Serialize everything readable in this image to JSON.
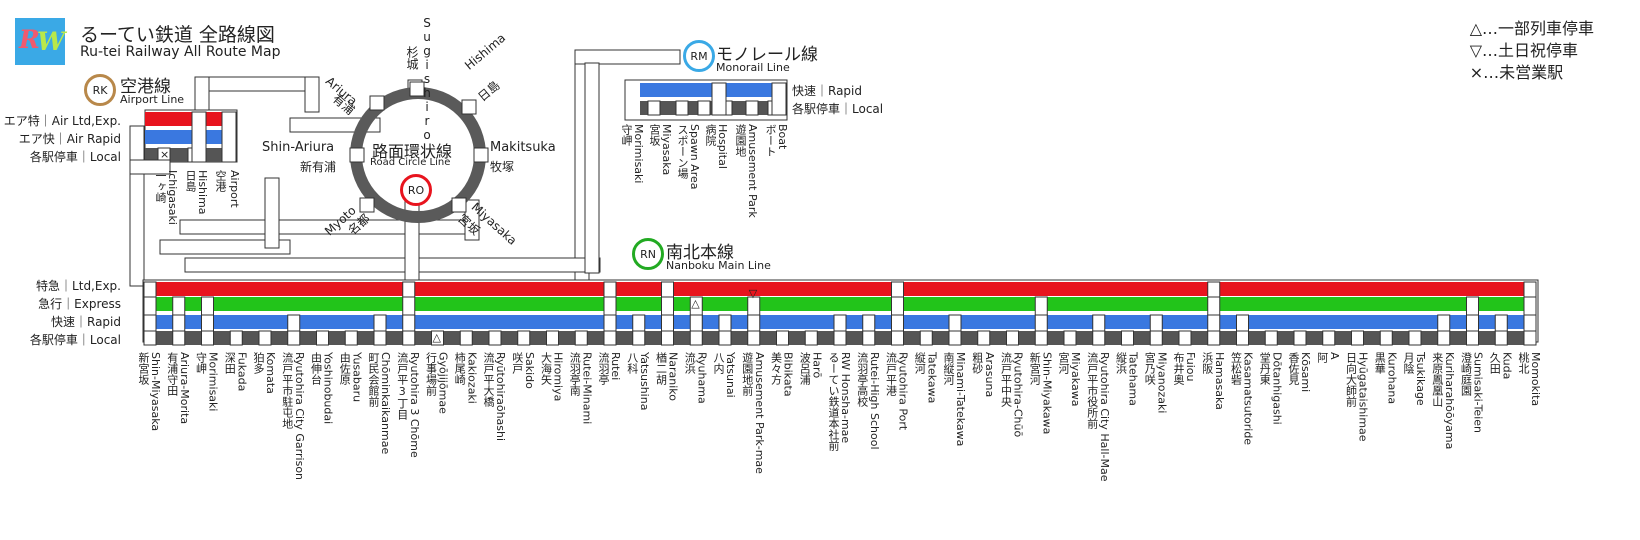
{
  "header": {
    "logo_r": "R",
    "logo_w": "W",
    "title_jp": "るーてい鉄道 全路線図",
    "title_en": "Ru-tei Railway All Route Map"
  },
  "legend": [
    "△…一部列車停車",
    "▽…土日祝停車",
    "×…未営業駅"
  ],
  "colors": {
    "ltd_exp": "#e8141e",
    "express": "#22c41a",
    "rapid": "#3a78e0",
    "local": "#555555",
    "circle": "#5a5a5a",
    "airport_badge": "#b8884a",
    "monorail_badge": "#3aa9e6",
    "circle_badge": "#e8141e",
    "nanboku_badge": "#22aa22"
  },
  "lines": {
    "airport": {
      "code": "RK",
      "name_jp": "空港線",
      "name_en": "Airport Line",
      "services": [
        "エア特｜Air Ltd,Exp.",
        "エア快｜Air Rapid",
        "各駅停車｜Local"
      ],
      "stations": [
        {
          "jp": "一ヶ崎",
          "en": "Ichigasaki",
          "marker": "×"
        },
        {
          "jp": "日島",
          "en": "Hishima"
        },
        {
          "jp": "空港",
          "en": "Airport"
        }
      ]
    },
    "monorail": {
      "code": "RM",
      "name_jp": "モノレール線",
      "name_en": "Monorail Line",
      "services": [
        "快速｜Rapid",
        "各駅停車｜Local"
      ],
      "stations": [
        {
          "jp": "守岬",
          "en": "Morimisaki"
        },
        {
          "jp": "宮坂",
          "en": "Miyasaka"
        },
        {
          "jp": "スポーン場",
          "en": "Spawn Area"
        },
        {
          "jp": "病院",
          "en": "Hospital"
        },
        {
          "jp": "遊園地",
          "en": "Amusement Park"
        },
        {
          "jp": "ボート",
          "en": "Boat"
        }
      ]
    },
    "circle": {
      "code": "RO",
      "name_jp": "路面環状線",
      "name_en": "Road Circle Line",
      "stations": [
        {
          "jp": "杉城",
          "en": "Sugishiro"
        },
        {
          "jp": "日島",
          "en": "Hishima"
        },
        {
          "jp": "牧塚",
          "en": "Makitsuka"
        },
        {
          "jp": "宮坂",
          "en": "Miyasaka"
        },
        {
          "jp": "名都",
          "en": "Myoto"
        },
        {
          "jp": "新有浦",
          "en": "Shin-Ariura"
        },
        {
          "jp": "有浦",
          "en": "Ariura"
        }
      ]
    },
    "nanboku": {
      "code": "RN",
      "name_jp": "南北本線",
      "name_en": "Nanboku Main Line",
      "services": [
        "特急｜Ltd,Exp.",
        "急行｜Express",
        "快速｜Rapid",
        "各駅停車｜Local"
      ],
      "stations": [
        {
          "jp": "新宮坂",
          "en": "Shin-Miyasaka"
        },
        {
          "jp": "有浦守田",
          "en": "Ariura-Morita"
        },
        {
          "jp": "守岬",
          "en": "Morimisaki"
        },
        {
          "jp": "深田",
          "en": "Fukada"
        },
        {
          "jp": "狛多",
          "en": "Komata"
        },
        {
          "jp": "流戸平市駐屯地",
          "en": "Ryutohira City Garrison"
        },
        {
          "jp": "由伸台",
          "en": "Yoshinobudai"
        },
        {
          "jp": "由佐原",
          "en": "Yusabaru"
        },
        {
          "jp": "町民会館前",
          "en": "Chōminkaikanmae"
        },
        {
          "jp": "流戸平3丁目",
          "en": "Ryutohira 3 Chōme"
        },
        {
          "jp": "行事場前",
          "en": "Gyōjijōmae",
          "marker": "△"
        },
        {
          "jp": "柿尾崎",
          "en": "Kakiozaki"
        },
        {
          "jp": "流戸平大橋",
          "en": "Ryūtohiraōhashi"
        },
        {
          "jp": "咲戸",
          "en": "Sakido"
        },
        {
          "jp": "大海矢",
          "en": "Hiromiya"
        },
        {
          "jp": "流羽亭南",
          "en": "Rutei-Minami"
        },
        {
          "jp": "流羽亭",
          "en": "Rutei"
        },
        {
          "jp": "八科",
          "en": "Yatsushina"
        },
        {
          "jp": "楢二胡",
          "en": "Naraniko"
        },
        {
          "jp": "流浜",
          "en": "Ryuhama",
          "marker": "△"
        },
        {
          "jp": "八内",
          "en": "Yatsunai"
        },
        {
          "jp": "遊園地前",
          "en": "Amusement Park-mae",
          "marker": "▽"
        },
        {
          "jp": "美々方",
          "en": "Bibikata"
        },
        {
          "jp": "波呂浦",
          "en": "Harō"
        },
        {
          "jp": "るーてい鉄道本社前",
          "en": "RW Honsha-mae"
        },
        {
          "jp": "流羽亭高校",
          "en": "Rutei-High School"
        },
        {
          "jp": "流戸平港",
          "en": "Ryutohira Port"
        },
        {
          "jp": "縦河",
          "en": "Tatekawa"
        },
        {
          "jp": "南縦河",
          "en": "Minami-Tatekawa"
        },
        {
          "jp": "粗砂",
          "en": "Arasuna"
        },
        {
          "jp": "流戸平中央",
          "en": "Ryutohira-Chūō"
        },
        {
          "jp": "新宮河",
          "en": "Shin-Miyakawa"
        },
        {
          "jp": "宮河",
          "en": "Miyakawa"
        },
        {
          "jp": "流戸平市役所前",
          "en": "Ryutohira City Hall-Mae"
        },
        {
          "jp": "縦浜",
          "en": "Tatehama"
        },
        {
          "jp": "宮乃咲",
          "en": "Miyanozaki"
        },
        {
          "jp": "布井奥",
          "en": "Fuiou"
        },
        {
          "jp": "浜阪",
          "en": "Hamasaka"
        },
        {
          "jp": "笠松砦",
          "en": "Kasamatsutoride"
        },
        {
          "jp": "堂丹東",
          "en": "Dōtanhigashi"
        },
        {
          "jp": "香佐見",
          "en": "Kōsami"
        },
        {
          "jp": "阿",
          "en": "A"
        },
        {
          "jp": "日向大師前",
          "en": "Hyūgataishimae"
        },
        {
          "jp": "黒華",
          "en": "Kurohana"
        },
        {
          "jp": "月陰",
          "en": "Tsukikage"
        },
        {
          "jp": "来原鳳凰山",
          "en": "Kuriharahōōyama"
        },
        {
          "jp": "澄崎庭園",
          "en": "Sumisaki-Teien"
        },
        {
          "jp": "久田",
          "en": "Kuda"
        },
        {
          "jp": "桃北",
          "en": "Momokita"
        }
      ]
    }
  }
}
